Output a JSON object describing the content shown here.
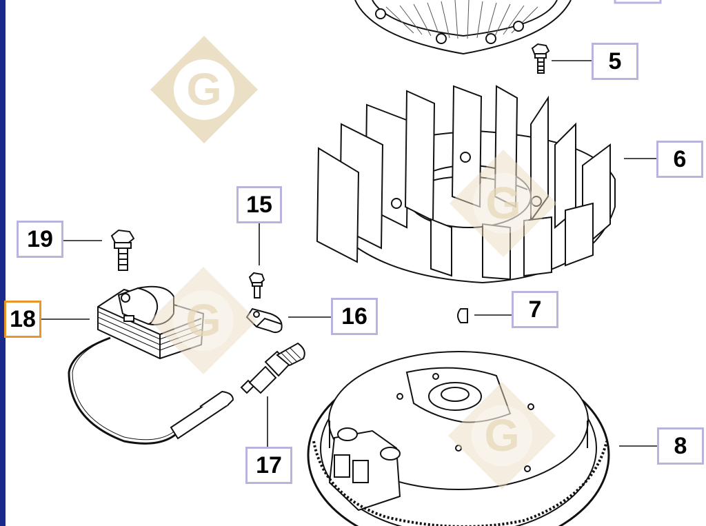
{
  "colors": {
    "callout_border": "#b7b5e0",
    "selected_border": "#e8962a",
    "frame_left": "#1a2a8a",
    "watermark": "#e9dcc0",
    "line": "#111111"
  },
  "watermark": {
    "letter": "G"
  },
  "callouts": [
    {
      "id": "5",
      "label": "5",
      "selected": false
    },
    {
      "id": "6",
      "label": "6",
      "selected": false
    },
    {
      "id": "7",
      "label": "7",
      "selected": false
    },
    {
      "id": "8",
      "label": "8",
      "selected": false
    },
    {
      "id": "15",
      "label": "15",
      "selected": false
    },
    {
      "id": "16",
      "label": "16",
      "selected": false
    },
    {
      "id": "17",
      "label": "17",
      "selected": false
    },
    {
      "id": "18",
      "label": "18",
      "selected": true
    },
    {
      "id": "19",
      "label": "19",
      "selected": false
    }
  ]
}
